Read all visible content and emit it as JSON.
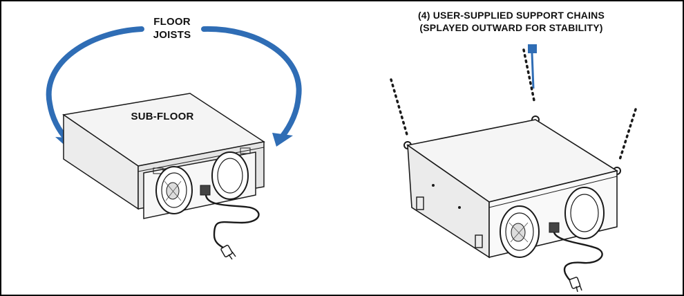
{
  "labels": {
    "floor_joists_line1": "FLOOR",
    "floor_joists_line2": "JOISTS",
    "sub_floor": "SUB-FLOOR",
    "chains_line1": "(4) USER-SUPPLIED SUPPORT CHAINS",
    "chains_line2": "(SPLAYED OUTWARD FOR STABILITY)"
  },
  "colors": {
    "arrow_blue": "#2f6db5",
    "outline": "#1a1a1a",
    "box_side": "#e8e8e8",
    "box_top": "#f4f4f4"
  },
  "icons": [
    "curved-arrow-icon",
    "fan-inlet-icon",
    "power-plug-icon",
    "chain-icon",
    "callout-square-icon"
  ]
}
